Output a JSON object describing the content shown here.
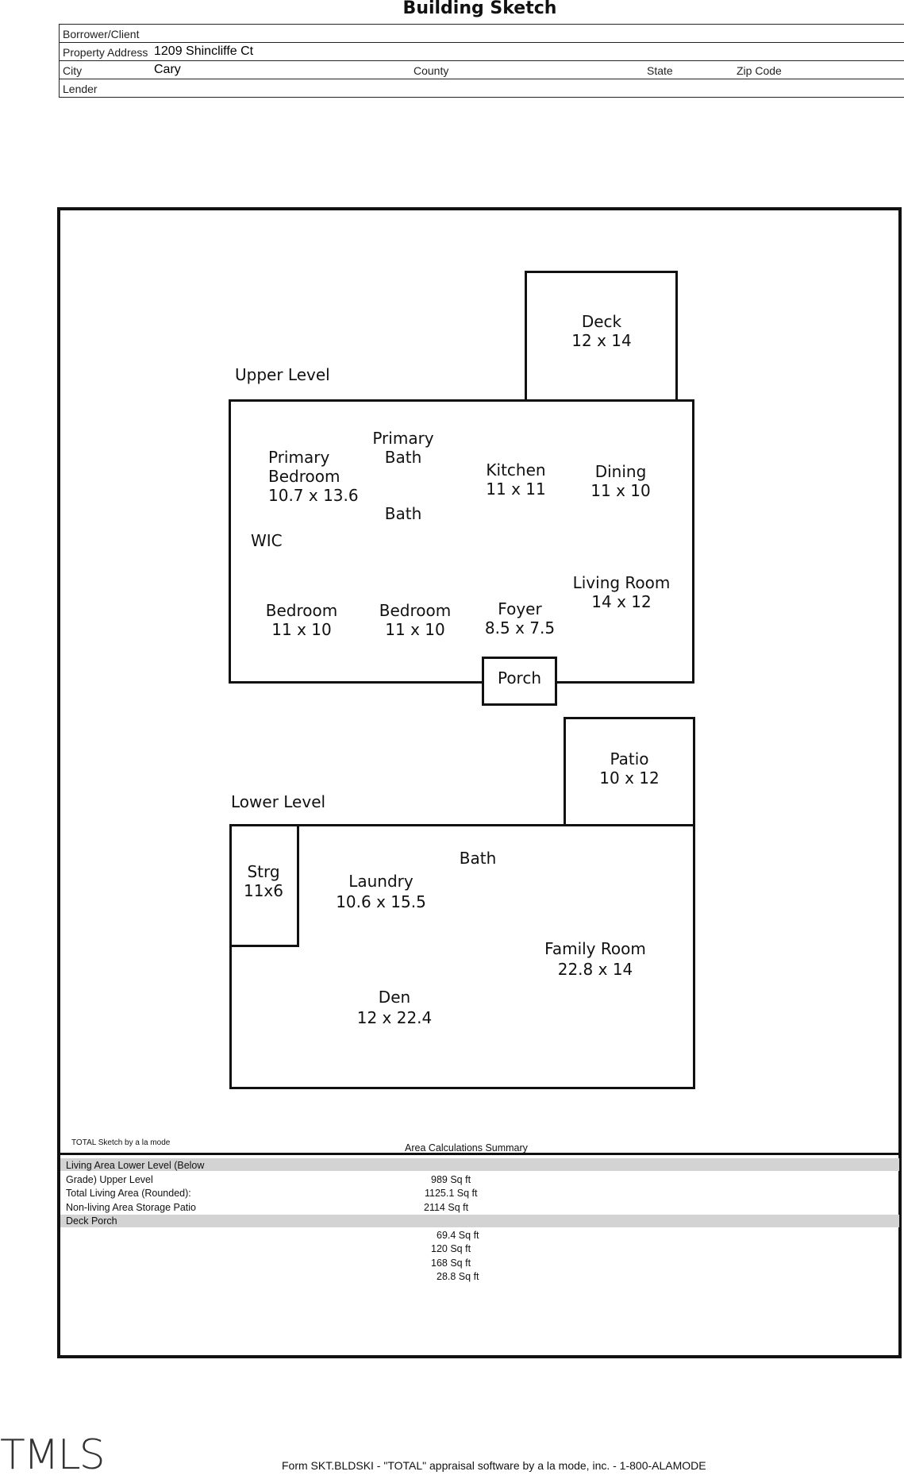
{
  "title": "Building Sketch",
  "header": {
    "borrower_label": "Borrower/Client",
    "borrower_value": "",
    "address_label": "Property Address",
    "address_value": "1209 Shincliffe Ct",
    "city_label": "City",
    "city_value": "Cary",
    "county_label": "County",
    "state_label": "State",
    "zip_label": "Zip Code",
    "lender_label": "Lender"
  },
  "sketch": {
    "upper_level": "Upper Level",
    "lower_level": "Lower Level",
    "rooms": {
      "deck": "Deck\n12 x 14",
      "primary_bedroom": "Primary\nBedroom\n10.7 x 13.6",
      "primary_bath": "Primary\nBath",
      "bath_upper": "Bath",
      "kitchen": "Kitchen\n11 x 11",
      "dining": "Dining\n11 x 10",
      "wic": "WIC",
      "bedroom_1": "Bedroom\n11 x 10",
      "bedroom_2": "Bedroom\n11 x 10",
      "foyer": "Foyer\n8.5 x 7.5",
      "living_room": "Living Room\n14 x 12",
      "porch": "Porch",
      "patio": "Patio\n10 x 12",
      "strg": "Strg\n11x6",
      "laundry": "Laundry\n10.6 x 15.5",
      "bath_lower": "Bath",
      "family_room": "Family Room\n22.8 x 14",
      "den": "Den\n12 x 22.4"
    }
  },
  "summary": {
    "credit": "TOTAL Sketch by a la mode",
    "title": "Area Calculations Summary",
    "row1": "Living  Area  Lower  Level  (Below",
    "row2": "Grade) Upper Level",
    "row3": "Total Living Area (Rounded):",
    "row4": "Non-living   Area   Storage   Patio",
    "row5": "Deck Porch",
    "values": [
      "989 Sq ft",
      "1125.1 Sq ft",
      "2114 Sq ft",
      "69.4 Sq ft",
      "120 Sq ft",
      "168 Sq ft",
      "28.8 Sq ft"
    ]
  },
  "footer": "Form SKT.BLDSKI - \"TOTAL\" appraisal software by a la mode, inc. - 1-800-ALAMODE",
  "logo": "TMLS"
}
